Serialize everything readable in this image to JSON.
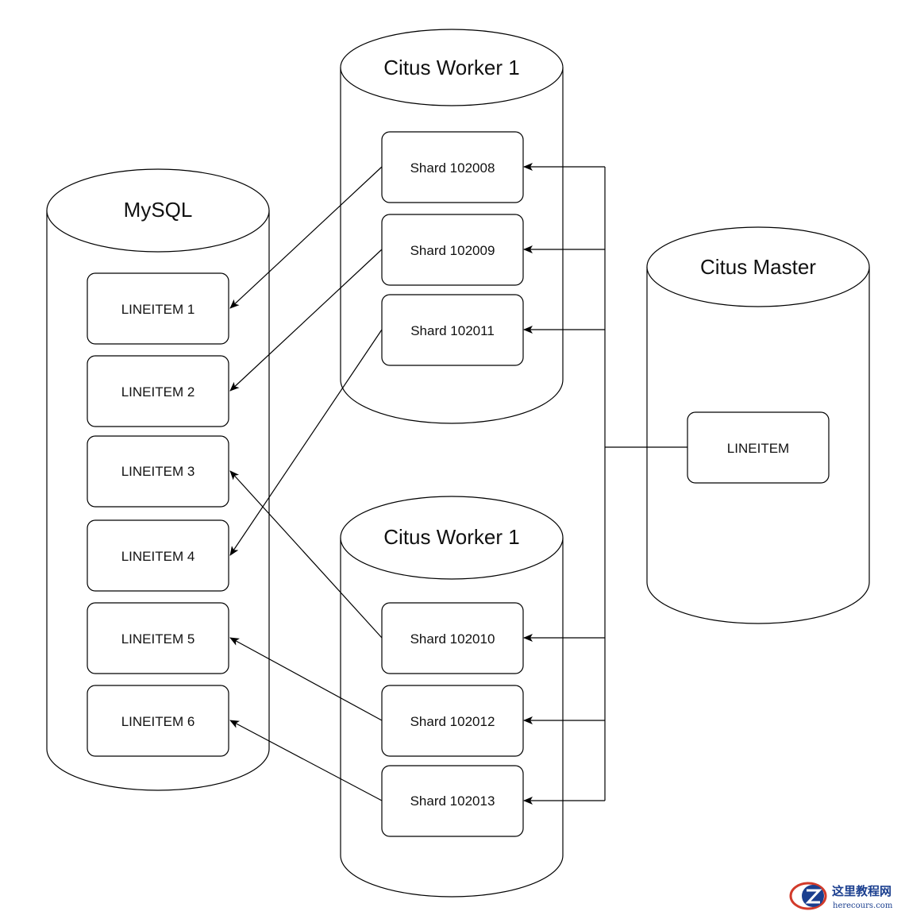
{
  "databases": {
    "mysql": {
      "title": "MySQL"
    },
    "worker_top": {
      "title": "Citus Worker 1"
    },
    "worker_bottom": {
      "title": "Citus Worker 1"
    },
    "master": {
      "title": "Citus Master"
    }
  },
  "mysql_tables": [
    "LINEITEM 1",
    "LINEITEM 2",
    "LINEITEM 3",
    "LINEITEM 4",
    "LINEITEM 5",
    "LINEITEM 6"
  ],
  "worker_top_shards": [
    "Shard 102008",
    "Shard 102009",
    "Shard 102011"
  ],
  "worker_bottom_shards": [
    "Shard 102010",
    "Shard 102012",
    "Shard 102013"
  ],
  "master_table": "LINEITEM",
  "watermark": {
    "cn": "这里教程网",
    "en": "herecours.com"
  },
  "colors": {
    "stroke": "#000000",
    "background": "#ffffff",
    "watermark_blue": "#1b3f8f",
    "watermark_red": "#d23a2a"
  }
}
